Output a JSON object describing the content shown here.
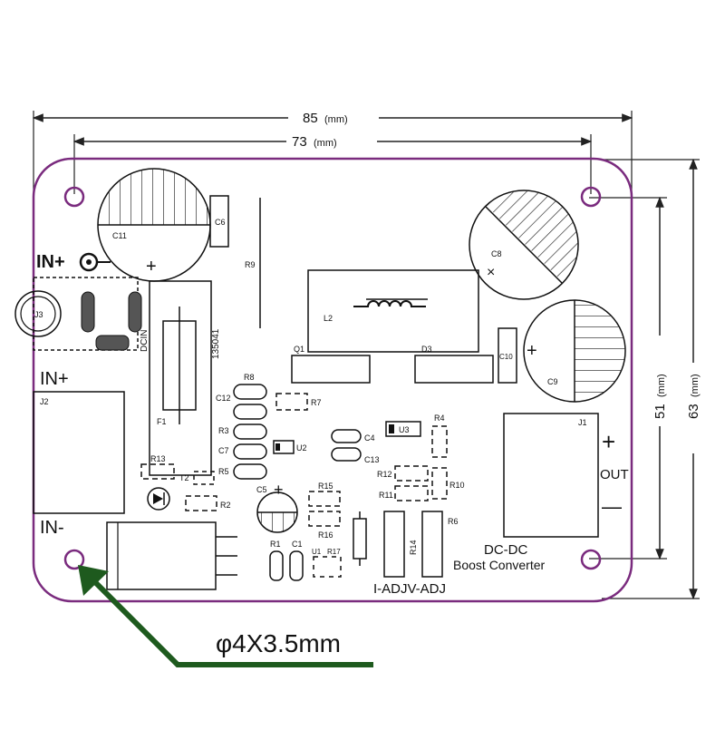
{
  "dimensions": {
    "overall_width": "85",
    "hole_spacing_width": "73",
    "hole_spacing_height": "51",
    "overall_height": "63",
    "unit": "(mm)"
  },
  "labels": {
    "in_plus_top": "IN+",
    "in_plus": "IN+",
    "in_minus": "IN-",
    "out": "OUT",
    "out_plus": "+",
    "out_minus": "—",
    "dcin": "DCIN",
    "title": "DC-DC",
    "subtitle": "Boost Converter",
    "adj": "I-ADJV-ADJ",
    "part_no": "135041",
    "hole_spec": "φ4X3.5mm",
    "plus_sign": "+",
    "cross_sign": "×"
  },
  "components": {
    "c11": "C11",
    "c6": "C6",
    "r9": "R9",
    "j3": "J3",
    "j2": "J2",
    "f1": "F1",
    "c8": "C8",
    "c9": "C9",
    "c10": "C10",
    "l2": "L2",
    "q1": "Q1",
    "d3": "D3",
    "r8": "R8",
    "c12": "C12",
    "r7": "R7",
    "r3": "R3",
    "c7": "C7",
    "u2": "U2",
    "r5": "R5",
    "r13": "R13",
    "t2": "T2",
    "r2": "R2",
    "c5": "C5",
    "r15": "R15",
    "r16": "R16",
    "r1": "R1",
    "c1": "C1",
    "u1": "U1",
    "r17": "R17",
    "c4": "C4",
    "c13": "C13",
    "u3": "U3",
    "r4": "R4",
    "r12": "R12",
    "r11": "R11",
    "r10": "R10",
    "r14": "R14",
    "r6": "R6",
    "j1": "J1"
  },
  "colors": {
    "board_outline": "#7a2b7e",
    "dimension_lines": "#222222",
    "callout_arrow": "#1e5a1e",
    "silkscreen": "#111111"
  }
}
